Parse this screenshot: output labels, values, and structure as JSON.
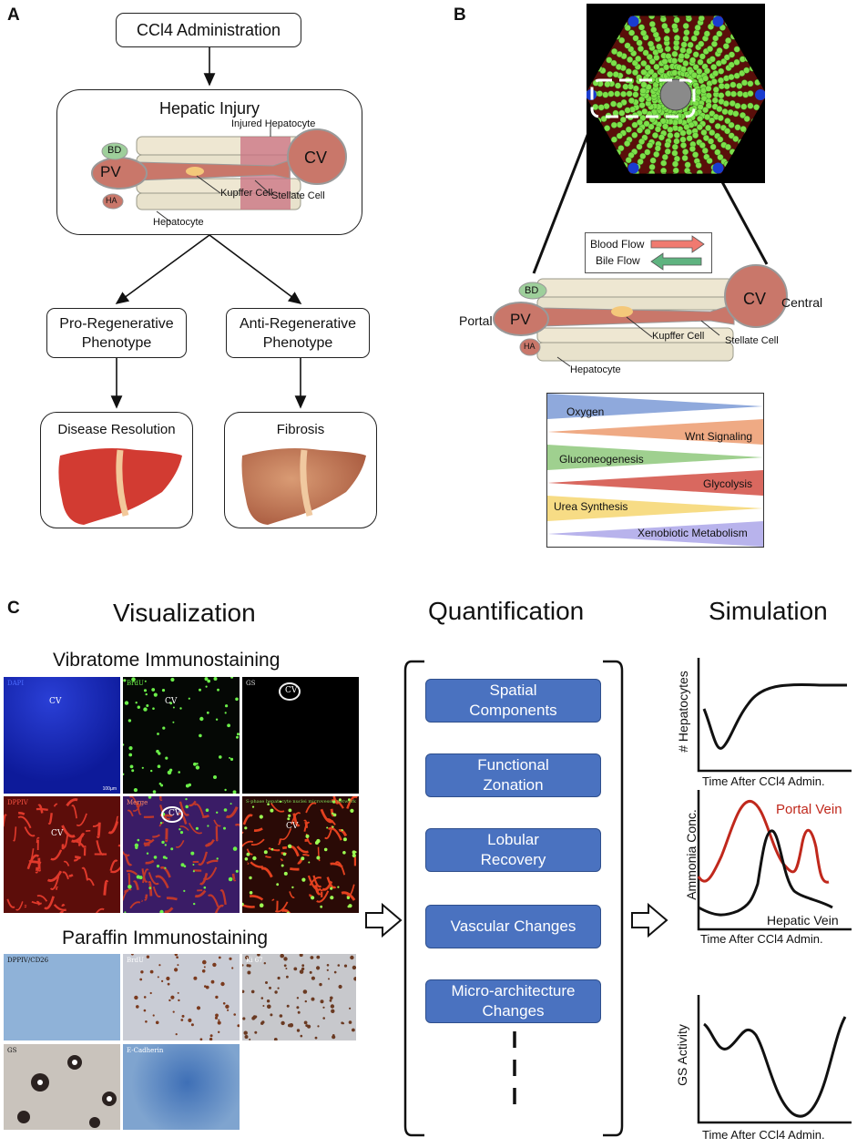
{
  "panels": {
    "a": "A",
    "b": "B",
    "c": "C"
  },
  "panel_a": {
    "admin": "CCl4 Administration",
    "injury_title": "Hepatic Injury",
    "labels": {
      "injured": "Injured Hepatocyte",
      "bd": "BD",
      "pv": "PV",
      "cv": "CV",
      "ha": "HA",
      "kupffer": "Kupffer Cell",
      "stellate": "Stellate Cell",
      "hepatocyte": "Hepatocyte"
    },
    "pro": "Pro-Regenerative Phenotype",
    "anti": "Anti-Regenerative Phenotype",
    "resolution": "Disease Resolution",
    "fibrosis": "Fibrosis"
  },
  "panel_b": {
    "blood_flow": "Blood Flow",
    "bile_flow": "Bile Flow",
    "portal": "Portal",
    "central": "Central",
    "labels": {
      "bd": "BD",
      "pv": "PV",
      "cv": "CV",
      "ha": "HA",
      "kupffer": "Kupffer Cell",
      "stellate": "Stellate Cell",
      "hepatocyte": "Hepatocyte"
    },
    "gradients": [
      {
        "label": "Oxygen",
        "color": "#8fa9dc",
        "direction": "portal"
      },
      {
        "label": "Wnt Signaling",
        "color": "#efaa84",
        "direction": "central"
      },
      {
        "label": "Gluconeogenesis",
        "color": "#9fd08f",
        "direction": "portal"
      },
      {
        "label": "Glycolysis",
        "color": "#d9685f",
        "direction": "central"
      },
      {
        "label": "Urea Synthesis",
        "color": "#f7dc85",
        "direction": "portal"
      },
      {
        "label": "Xenobiotic Metabolism",
        "color": "#b8b3ec",
        "direction": "central"
      }
    ]
  },
  "panel_c": {
    "visualization": "Visualization",
    "quantification": "Quantification",
    "simulation": "Simulation",
    "vibratome": "Vibratome Immunostaining",
    "paraffin": "Paraffin Immunostaining",
    "vib_labels": [
      "DAPI",
      "BrdU",
      "GS",
      "DPPIV",
      "Merge",
      "S-phase hepatocyte nuclei microvessel network"
    ],
    "cv_label": "CV",
    "scale": "100µm",
    "par_labels": [
      "DPPIV/CD26",
      "BrdU",
      "Ki 67",
      "GS",
      "E-Cadherin"
    ],
    "quant_items": [
      "Spatial Components",
      "Functional Zonation",
      "Lobular Recovery",
      "Vascular Changes",
      "Micro-architecture Changes"
    ],
    "sims": [
      {
        "ylabel": "# Hepatocytes",
        "xlabel": "Time After CCl4 Admin."
      },
      {
        "ylabel": "Ammonia Conc.",
        "xlabel": "Time After CCl4 Admin.",
        "portal": "Portal Vein",
        "hepatic": "Hepatic Vein",
        "portal_color": "#c0281c"
      },
      {
        "ylabel": "GS Activity",
        "xlabel": "Time After CCl4 Admin."
      }
    ]
  },
  "colors": {
    "liver_red": "#d23b32",
    "button_blue": "#4a72c0",
    "lobule_green": "#7de04a"
  }
}
